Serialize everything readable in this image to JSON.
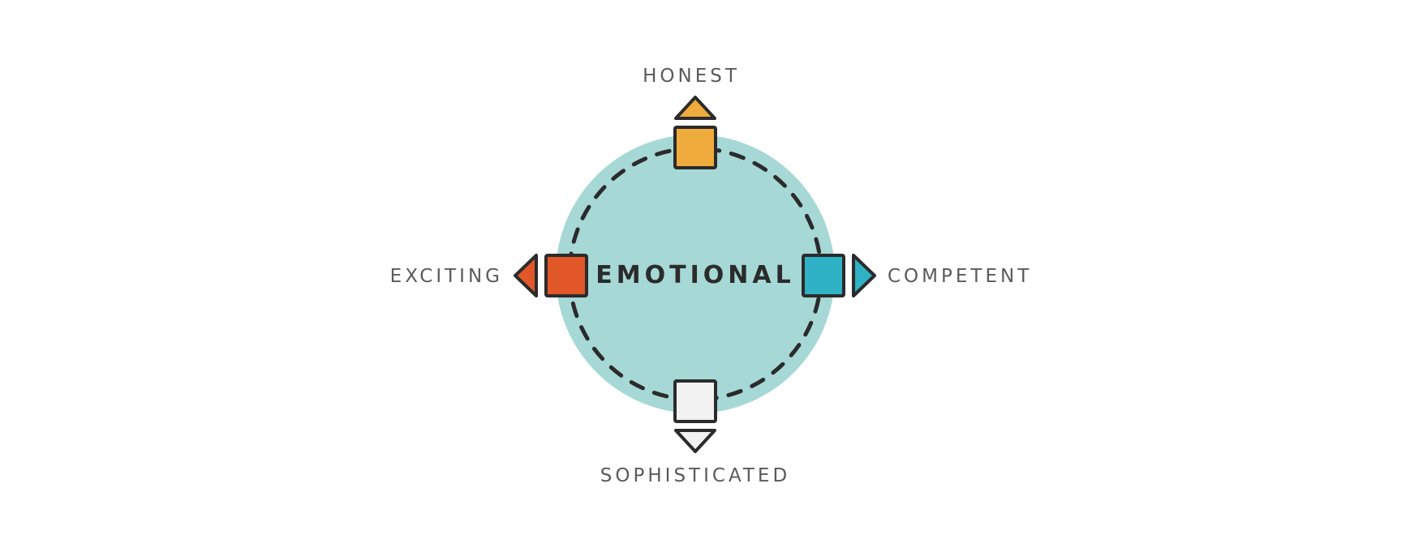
{
  "diagram": {
    "center": {
      "label": "EMOTIONAL",
      "fill_color": "#a6d8d6",
      "ring_color": "#2b2b2b"
    },
    "outline_color": "#2b2b2b",
    "directions": [
      {
        "key": "top",
        "label": "HONEST",
        "color": "#f0ab3d"
      },
      {
        "key": "right",
        "label": "COMPETENT",
        "color": "#2fb2c5"
      },
      {
        "key": "bottom",
        "label": "SOPHISTICATED",
        "color": "#f2f2f2"
      },
      {
        "key": "left",
        "label": "EXCITING",
        "color": "#e25727"
      }
    ]
  }
}
